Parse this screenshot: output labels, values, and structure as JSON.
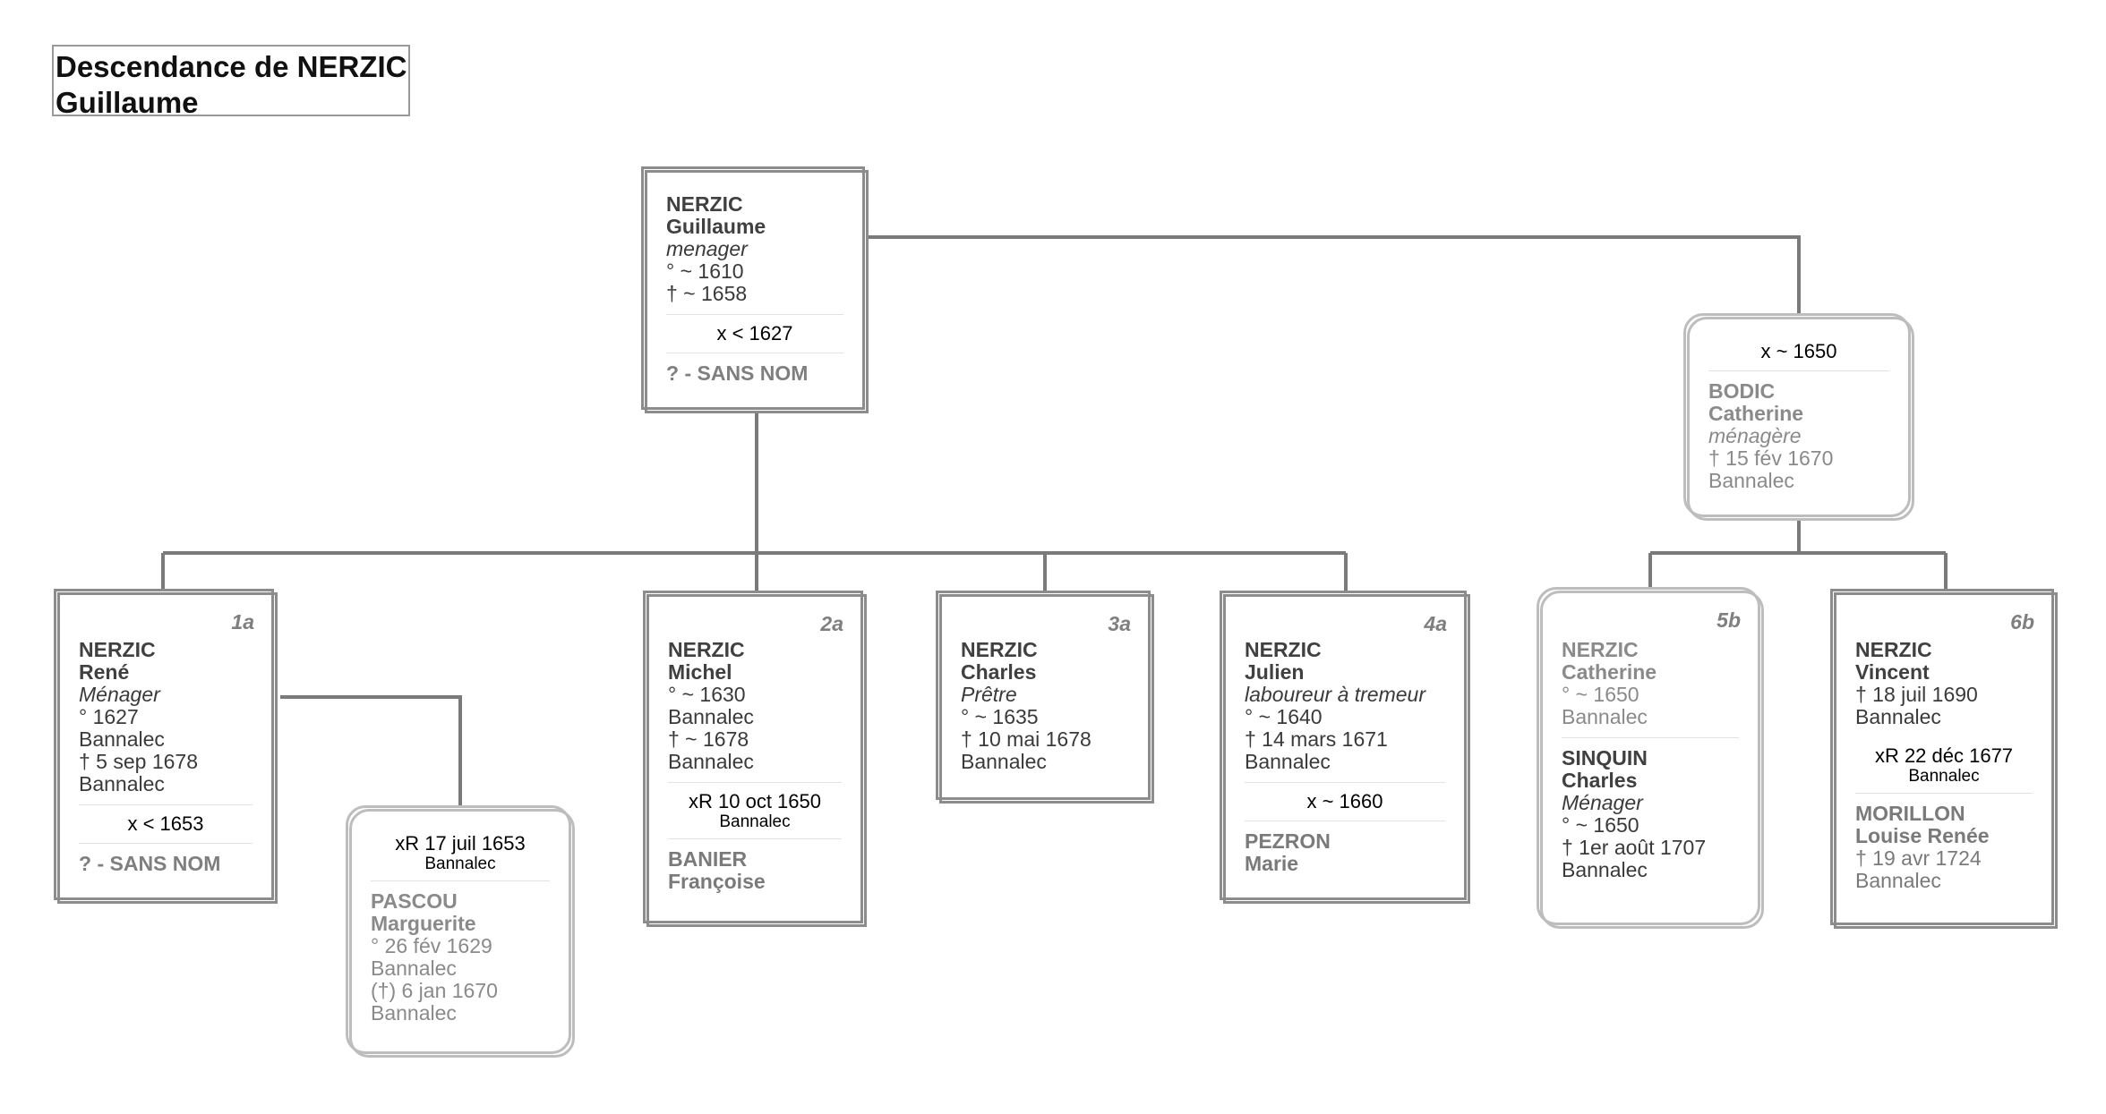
{
  "title": {
    "line1": "Descendance de NERZIC",
    "line2": "Guillaume"
  },
  "root": {
    "surname": "NERZIC",
    "given": "Guillaume",
    "occupation": "menager",
    "birth": "° ~ 1610",
    "death": "† ~ 1658",
    "marriage": "x < 1627",
    "spouse": "? - SANS NOM"
  },
  "second_spouse": {
    "marriage": "x ~ 1650",
    "surname": "BODIC",
    "given": "Catherine",
    "occupation": "ménagère",
    "death": "† 15 fév 1670",
    "place": "Bannalec"
  },
  "children": [
    {
      "index": "1a",
      "surname": "NERZIC",
      "given": "René",
      "occupation": "Ménager",
      "lines": [
        "° 1627",
        "Bannalec",
        "† 5 sep 1678",
        "Bannalec"
      ],
      "marriage": "x < 1653",
      "spouse": "? - SANS NOM"
    },
    {
      "index": "2a",
      "surname": "NERZIC",
      "given": "Michel",
      "lines": [
        "° ~ 1630",
        "Bannalec",
        "† ~ 1678",
        "Bannalec"
      ],
      "marriage": "xR 10 oct 1650",
      "marriage_place": "Bannalec",
      "spouse_surname": "BANIER",
      "spouse_given": "Françoise"
    },
    {
      "index": "3a",
      "surname": "NERZIC",
      "given": "Charles",
      "occupation": "Prêtre",
      "lines": [
        "° ~ 1635",
        "† 10 mai 1678",
        "Bannalec"
      ]
    },
    {
      "index": "4a",
      "surname": "NERZIC",
      "given": "Julien",
      "occupation": "laboureur à tremeur",
      "lines": [
        "° ~ 1640",
        "† 14 mars 1671",
        "Bannalec"
      ],
      "marriage": "x ~ 1660",
      "spouse_surname": "PEZRON",
      "spouse_given": "Marie"
    },
    {
      "index": "5b",
      "surname": "NERZIC",
      "given": "Catherine",
      "lines": [
        "° ~ 1650",
        "Bannalec"
      ],
      "spouse_surname": "SINQUIN",
      "spouse_given": "Charles",
      "spouse_occupation": "Ménager",
      "spouse_lines": [
        "° ~ 1650",
        "† 1er août 1707",
        "Bannalec"
      ]
    },
    {
      "index": "6b",
      "surname": "NERZIC",
      "given": "Vincent",
      "lines": [
        "† 18 juil 1690",
        "Bannalec"
      ],
      "marriage": "xR 22 déc 1677",
      "marriage_place": "Bannalec",
      "spouse_surname": "MORILLON",
      "spouse_given": "Louise Renée",
      "spouse_lines": [
        "† 19 avr 1724",
        "Bannalec"
      ]
    }
  ],
  "rene_second_spouse": {
    "marriage": "xR 17 juil 1653",
    "marriage_place": "Bannalec",
    "surname": "PASCOU",
    "given": "Marguerite",
    "lines": [
      "° 26 fév 1629",
      "Bannalec",
      "(†) 6 jan 1670",
      "Bannalec"
    ]
  }
}
